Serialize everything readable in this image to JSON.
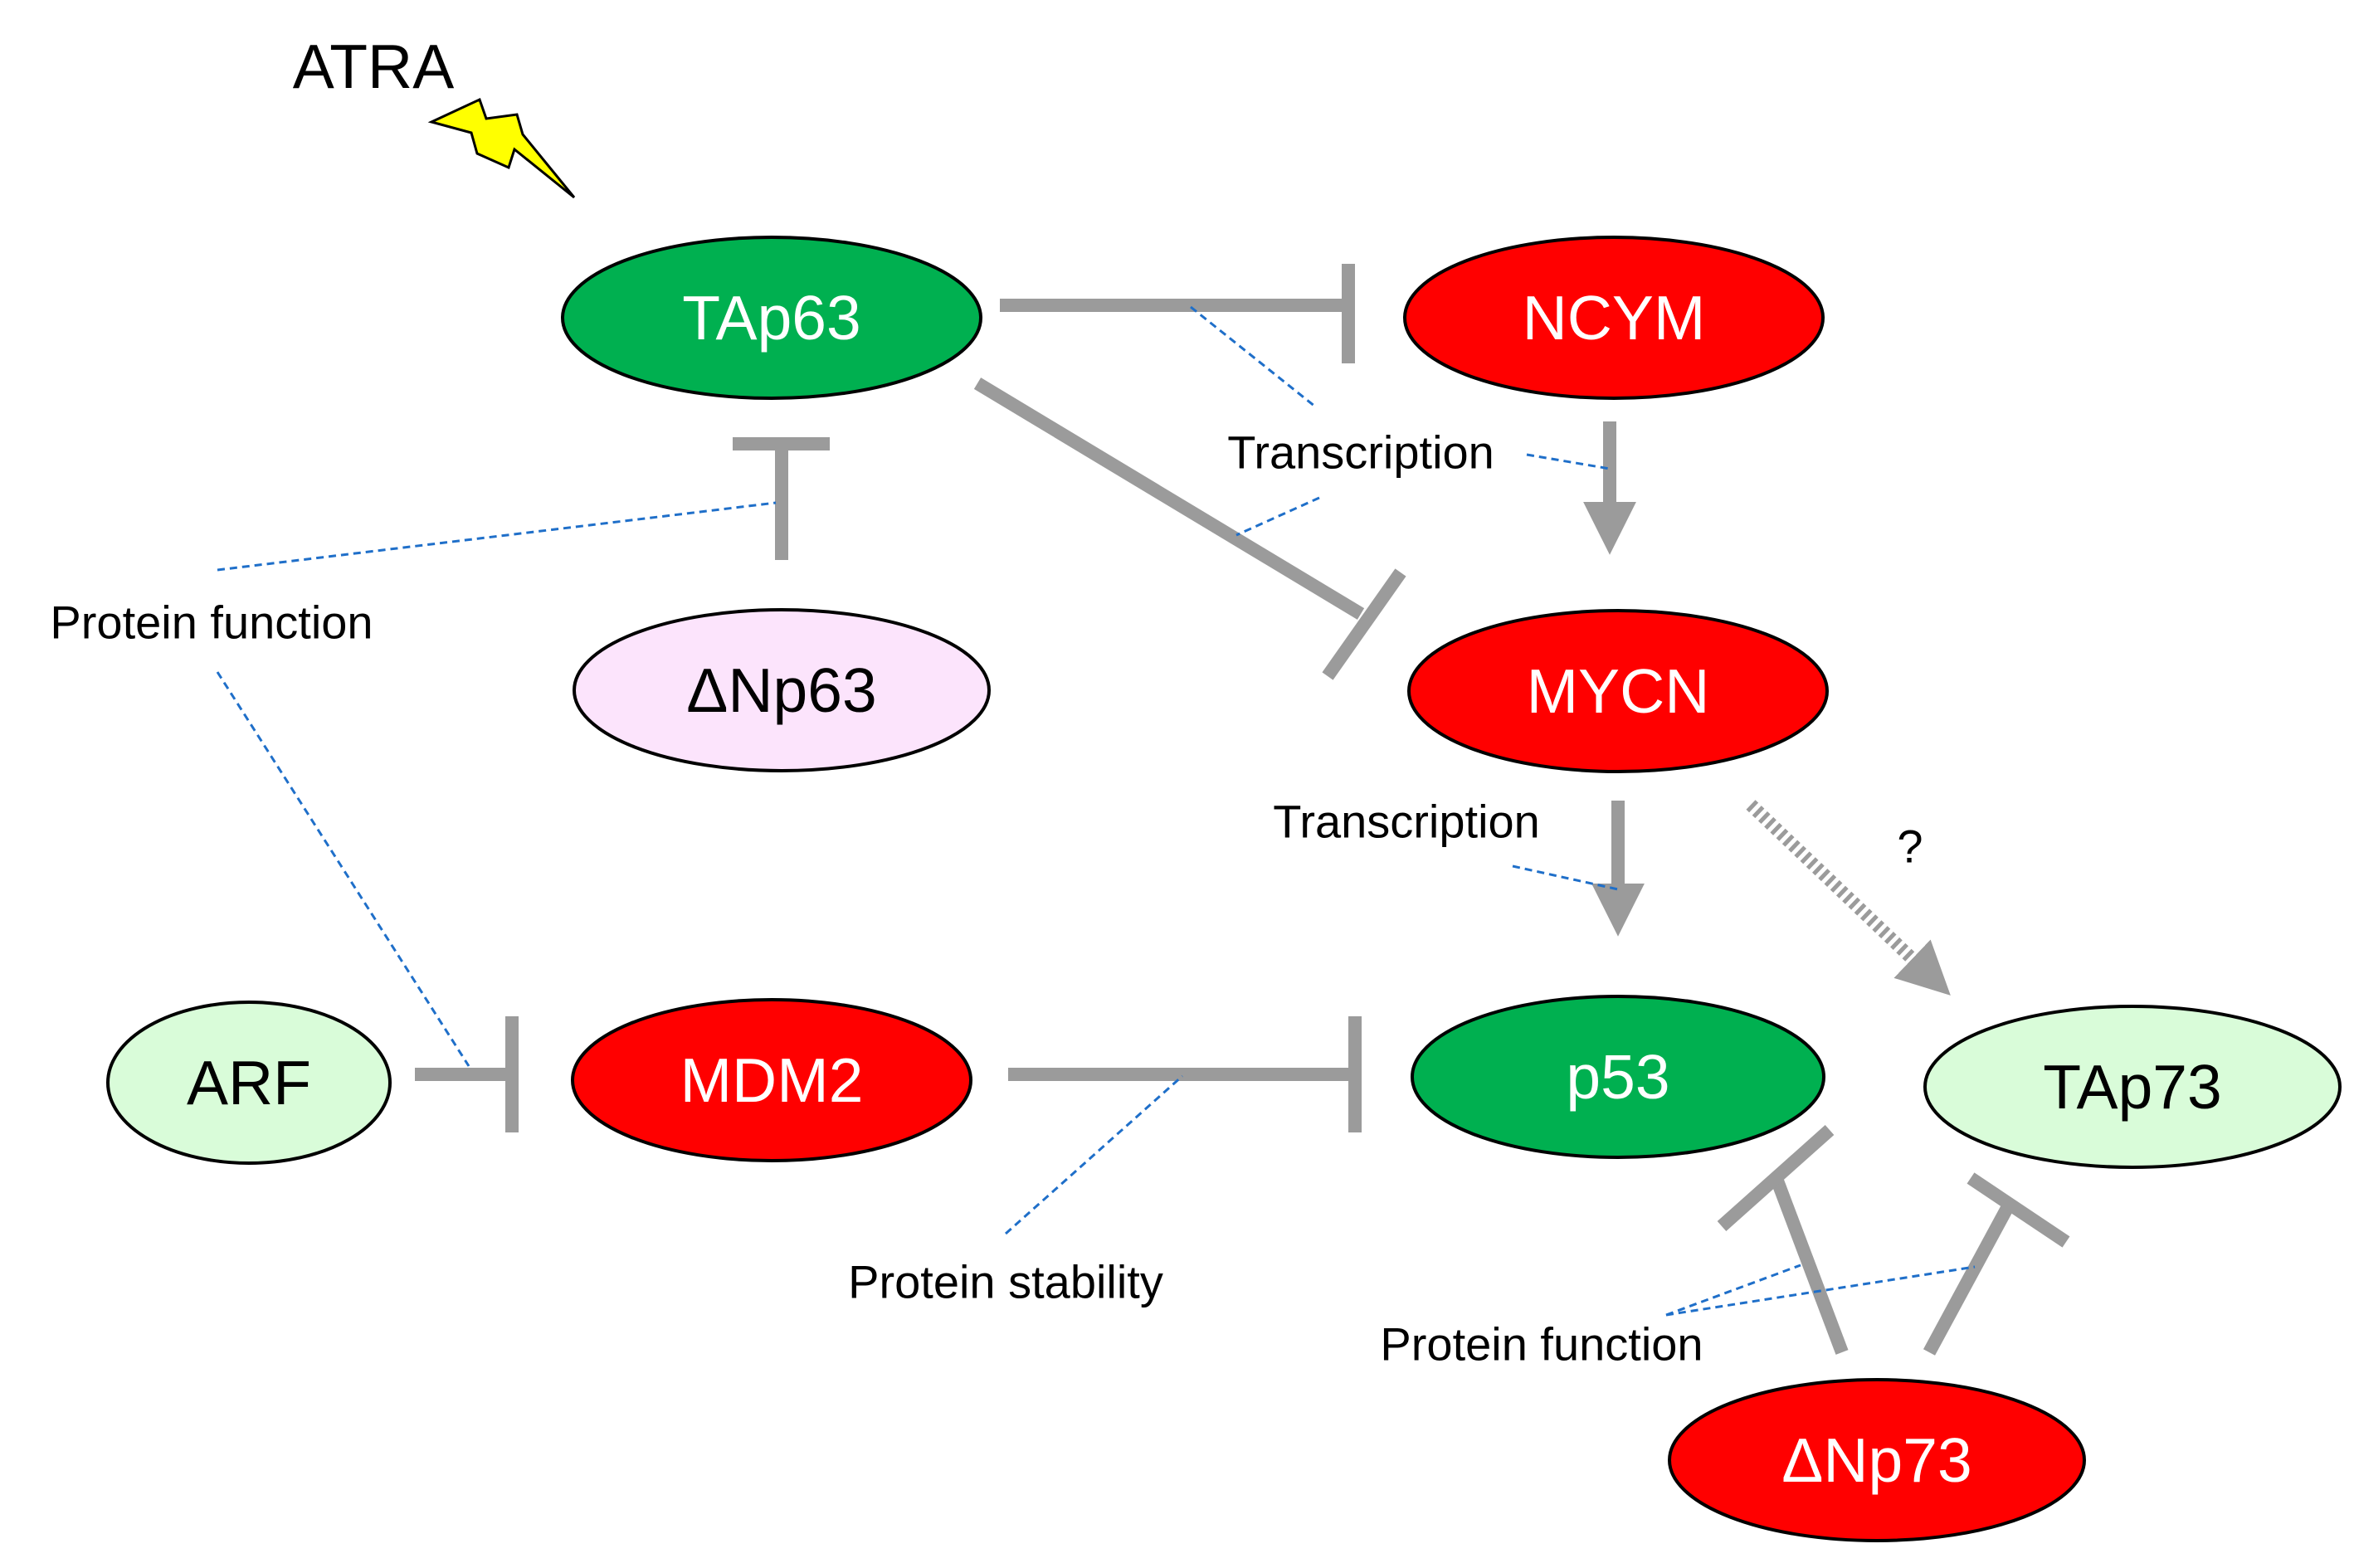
{
  "stimulus": {
    "label": "ATRA"
  },
  "nodes": {
    "tap63": {
      "label": "TAp63",
      "fill": "#00b050",
      "text_color": "#ffffff"
    },
    "ncym": {
      "label": "NCYM",
      "fill": "#ff0000",
      "text_color": "#ffffff"
    },
    "dnp63": {
      "label": "ΔNp63",
      "fill": "#fce4fc",
      "text_color": "#000000"
    },
    "mycn": {
      "label": "MYCN",
      "fill": "#ff0000",
      "text_color": "#ffffff"
    },
    "arf": {
      "label": "ARF",
      "fill": "#d9fcd9",
      "text_color": "#000000"
    },
    "mdm2": {
      "label": "MDM2",
      "fill": "#ff0000",
      "text_color": "#ffffff"
    },
    "p53": {
      "label": "p53",
      "fill": "#00b050",
      "text_color": "#ffffff"
    },
    "tap73": {
      "label": "TAp73",
      "fill": "#d9fcd9",
      "text_color": "#000000"
    },
    "dnp73": {
      "label": "ΔNp73",
      "fill": "#ff0000",
      "text_color": "#ffffff"
    }
  },
  "annotations": {
    "transcription_upper": "Transcription",
    "transcription_lower": "Transcription",
    "protein_function_left": "Protein function",
    "protein_stability": "Protein stability",
    "protein_function_bottom": "Protein function",
    "unknown_link": "?"
  },
  "edges": [
    {
      "from": "TAp63",
      "to": "NCYM",
      "type": "inhibition"
    },
    {
      "from": "TAp63",
      "to": "MYCN",
      "type": "inhibition"
    },
    {
      "from": "ΔNp63",
      "to": "TAp63",
      "type": "inhibition"
    },
    {
      "from": "NCYM",
      "to": "MYCN",
      "type": "activation"
    },
    {
      "from": "MYCN",
      "to": "p53",
      "type": "activation"
    },
    {
      "from": "MYCN",
      "to": "TAp73",
      "type": "activation-uncertain"
    },
    {
      "from": "ARF",
      "to": "MDM2",
      "type": "inhibition"
    },
    {
      "from": "MDM2",
      "to": "p53",
      "type": "inhibition"
    },
    {
      "from": "ΔNp73",
      "to": "p53",
      "type": "inhibition"
    },
    {
      "from": "ΔNp73",
      "to": "TAp73",
      "type": "inhibition"
    }
  ],
  "colors": {
    "edge": "#9b9b9b",
    "leader": "#1f6fc9",
    "bolt_fill": "#ffff00",
    "outline": "#000000"
  }
}
